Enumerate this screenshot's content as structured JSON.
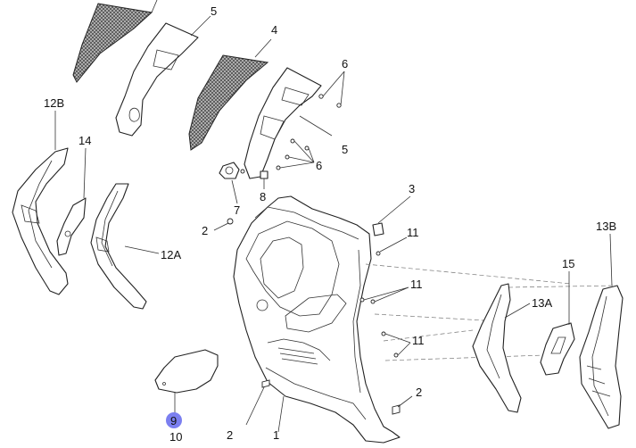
{
  "labels": {
    "l5_top": "5",
    "l4": "4",
    "l6_top": "6",
    "l5_mid": "5",
    "l6_mid": "6",
    "l7": "7",
    "l8": "8",
    "l12b": "12B",
    "l14": "14",
    "l12a": "12A",
    "l3": "3",
    "l2_left": "2",
    "l11_a": "11",
    "l11_b": "11",
    "l11_c": "11",
    "l13b": "13B",
    "l15": "15",
    "l13a": "13A",
    "l9": "9",
    "l10": "10",
    "l2_bottom": "2",
    "l1": "1",
    "l2_right": "2"
  },
  "colors": {
    "highlight": "#7b7ff0"
  }
}
